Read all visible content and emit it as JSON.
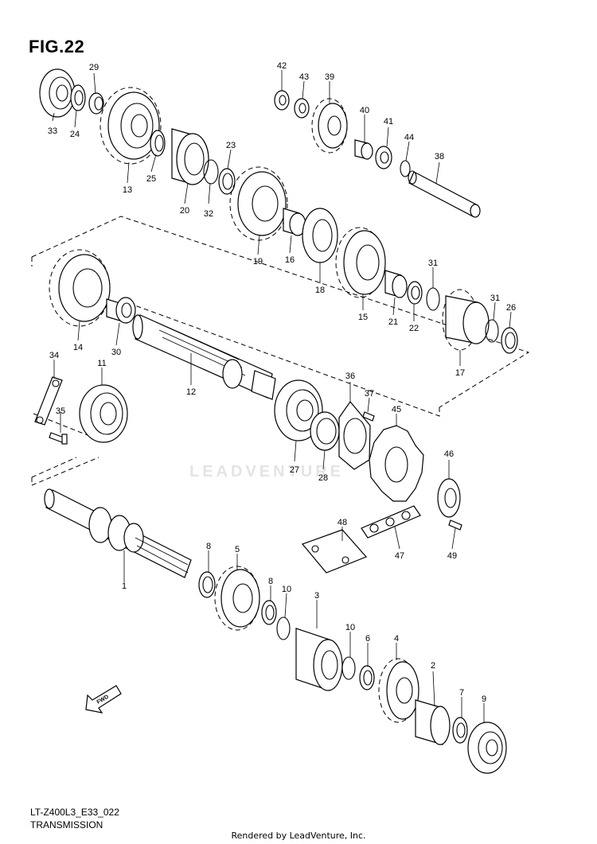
{
  "figure": {
    "title": "FIG.22",
    "code": "LT-Z400L3_E33_022",
    "name": "TRANSMISSION",
    "watermark": "LEADVENTURE",
    "credit": "Rendered by LeadVenture, Inc."
  },
  "fwd_label": "FWD",
  "callouts": [
    "1",
    "2",
    "3",
    "4",
    "5",
    "6",
    "7",
    "8",
    "8",
    "9",
    "10",
    "10",
    "11",
    "12",
    "13",
    "14",
    "15",
    "16",
    "17",
    "18",
    "19",
    "20",
    "21",
    "22",
    "23",
    "24",
    "25",
    "26",
    "27",
    "28",
    "29",
    "30",
    "31",
    "31",
    "32",
    "33",
    "34",
    "35",
    "36",
    "37",
    "38",
    "39",
    "40",
    "41",
    "42",
    "43",
    "44",
    "45",
    "46",
    "47",
    "48",
    "49"
  ]
}
